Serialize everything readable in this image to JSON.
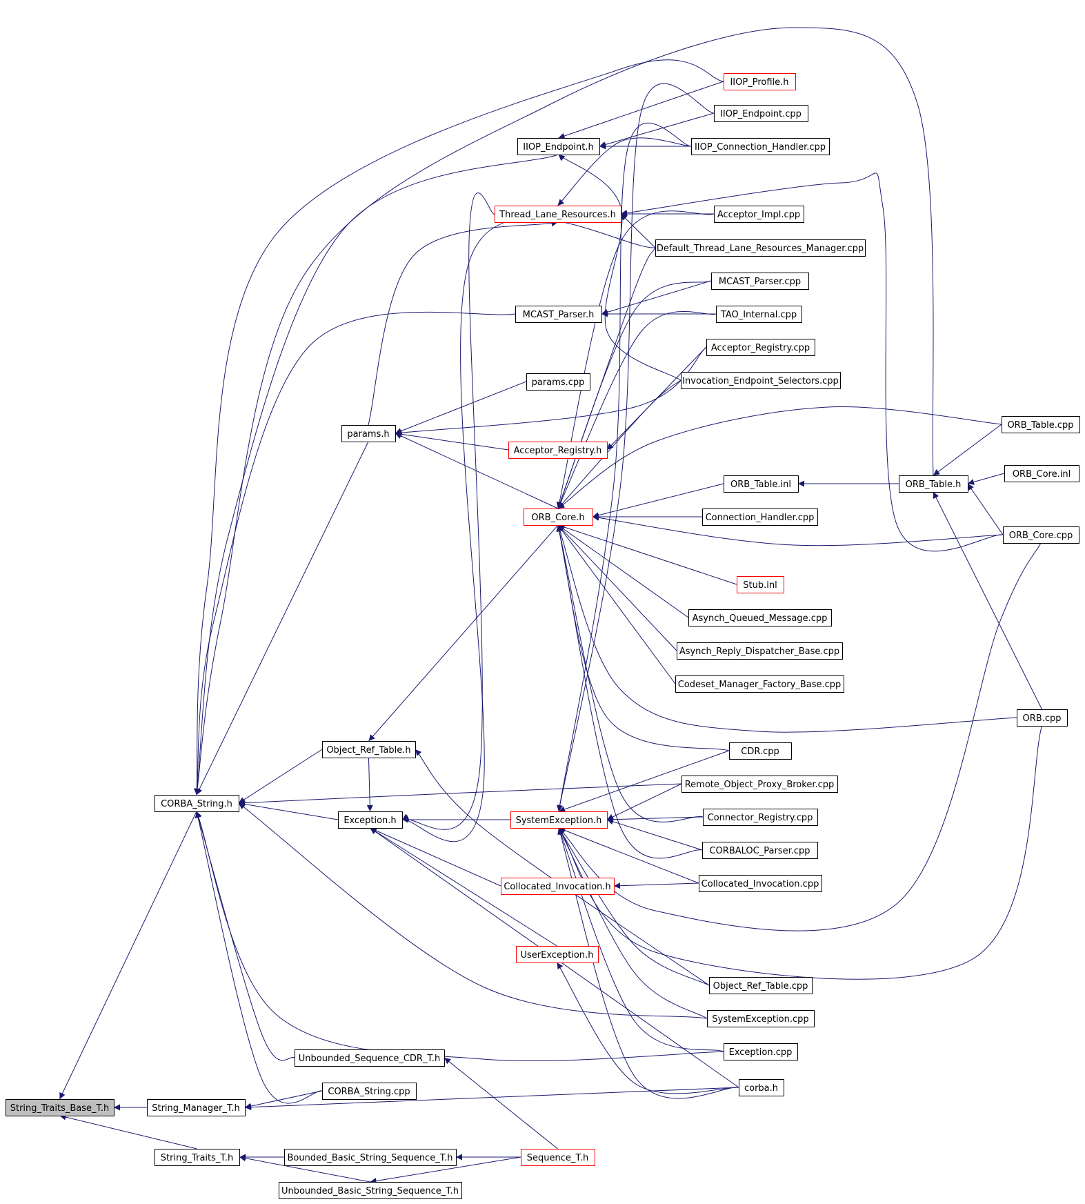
{
  "colors": {
    "edge": "#191970",
    "node_border": "#000000",
    "node_border_highlight": "#ff0000",
    "focus_fill": "#bfbfbf",
    "node_fill": "#ffffff"
  },
  "nodes": {
    "string_traits_base": {
      "label": "String_Traits_Base_T.h",
      "style": "focus"
    },
    "string_manager": {
      "label": "String_Manager_T.h",
      "style": "normal"
    },
    "string_traits": {
      "label": "String_Traits_T.h",
      "style": "normal"
    },
    "corba_string_h": {
      "label": "CORBA_String.h",
      "style": "normal"
    },
    "iiop_profile": {
      "label": "IIOP_Profile.h",
      "style": "red"
    },
    "iiop_endpoint_cpp": {
      "label": "IIOP_Endpoint.cpp",
      "style": "normal"
    },
    "iiop_endpoint_h": {
      "label": "IIOP_Endpoint.h",
      "style": "normal"
    },
    "iiop_conn_handler": {
      "label": "IIOP_Connection_Handler.cpp",
      "style": "normal"
    },
    "thread_lane_res": {
      "label": "Thread_Lane_Resources.h",
      "style": "red"
    },
    "acceptor_impl": {
      "label": "Acceptor_Impl.cpp",
      "style": "normal"
    },
    "default_tlrm": {
      "label": "Default_Thread_Lane_Resources_Manager.cpp",
      "style": "normal"
    },
    "mcast_parser_cpp": {
      "label": "MCAST_Parser.cpp",
      "style": "normal"
    },
    "mcast_parser_h": {
      "label": "MCAST_Parser.h",
      "style": "normal"
    },
    "tao_internal": {
      "label": "TAO_Internal.cpp",
      "style": "normal"
    },
    "acceptor_reg_cpp": {
      "label": "Acceptor_Registry.cpp",
      "style": "normal"
    },
    "inv_endpoint_sel": {
      "label": "Invocation_Endpoint_Selectors.cpp",
      "style": "normal"
    },
    "params_cpp": {
      "label": "params.cpp",
      "style": "normal"
    },
    "params_h": {
      "label": "params.h",
      "style": "normal"
    },
    "acceptor_reg_h": {
      "label": "Acceptor_Registry.h",
      "style": "red"
    },
    "orb_table_cpp": {
      "label": "ORB_Table.cpp",
      "style": "normal"
    },
    "orb_core_inl": {
      "label": "ORB_Core.inl",
      "style": "normal"
    },
    "orb_table_inl": {
      "label": "ORB_Table.inl",
      "style": "normal"
    },
    "orb_table_h": {
      "label": "ORB_Table.h",
      "style": "normal"
    },
    "orb_core_h": {
      "label": "ORB_Core.h",
      "style": "red"
    },
    "conn_handler_cpp": {
      "label": "Connection_Handler.cpp",
      "style": "normal"
    },
    "orb_core_cpp": {
      "label": "ORB_Core.cpp",
      "style": "normal"
    },
    "stub_inl": {
      "label": "Stub.inl",
      "style": "red"
    },
    "asynch_qm": {
      "label": "Asynch_Queued_Message.cpp",
      "style": "normal"
    },
    "asynch_rdb": {
      "label": "Asynch_Reply_Dispatcher_Base.cpp",
      "style": "normal"
    },
    "codeset_mfb": {
      "label": "Codeset_Manager_Factory_Base.cpp",
      "style": "normal"
    },
    "orb_cpp": {
      "label": "ORB.cpp",
      "style": "normal"
    },
    "object_ref_table_h": {
      "label": "Object_Ref_Table.h",
      "style": "normal"
    },
    "cdr_cpp": {
      "label": "CDR.cpp",
      "style": "normal"
    },
    "remote_opb": {
      "label": "Remote_Object_Proxy_Broker.cpp",
      "style": "normal"
    },
    "exception_h": {
      "label": "Exception.h",
      "style": "normal"
    },
    "system_exception_h": {
      "label": "SystemException.h",
      "style": "red"
    },
    "connector_reg": {
      "label": "Connector_Registry.cpp",
      "style": "normal"
    },
    "corbaloc_parser": {
      "label": "CORBALOC_Parser.cpp",
      "style": "normal"
    },
    "collocated_inv_h": {
      "label": "Collocated_Invocation.h",
      "style": "red"
    },
    "collocated_inv_cpp": {
      "label": "Collocated_Invocation.cpp",
      "style": "normal"
    },
    "user_exception_h": {
      "label": "UserException.h",
      "style": "red"
    },
    "object_ref_table_cpp": {
      "label": "Object_Ref_Table.cpp",
      "style": "normal"
    },
    "system_exception_cpp": {
      "label": "SystemException.cpp",
      "style": "normal"
    },
    "exception_cpp": {
      "label": "Exception.cpp",
      "style": "normal"
    },
    "unbounded_seq_cdr": {
      "label": "Unbounded_Sequence_CDR_T.h",
      "style": "normal"
    },
    "corba_string_cpp": {
      "label": "CORBA_String.cpp",
      "style": "normal"
    },
    "corba_h": {
      "label": "corba.h",
      "style": "normal"
    },
    "bounded_bss": {
      "label": "Bounded_Basic_String_Sequence_T.h",
      "style": "normal"
    },
    "sequence_t": {
      "label": "Sequence_T.h",
      "style": "red"
    },
    "unbounded_bss": {
      "label": "Unbounded_Basic_String_Sequence_T.h",
      "style": "normal"
    }
  }
}
